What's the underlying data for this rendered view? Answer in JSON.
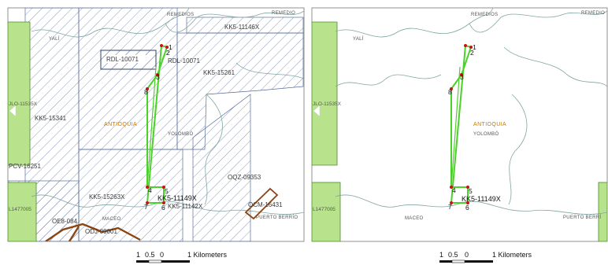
{
  "colors": {
    "hatch": "#5a6e9a",
    "green_fill": "#b8e38c",
    "boundary_green": "#4cd02a",
    "vertex_red": "#cc1111",
    "river": "#7fa6a3",
    "brown": "#8b4513",
    "orange_label": "#c87800"
  },
  "left_panel": {
    "name": "with-titles",
    "labels": {
      "remedios_top": "REMEDIOS",
      "remedios_corner": "REMEDIO",
      "yali": "YALÍ",
      "kk5_11146x": "KK5-11146X",
      "rdl_10071_box": "RDL-10071",
      "rdl_10071_right": "RDL-10071",
      "kk5_15261": "KK5-15261",
      "jlo_11535x": "JLO-11535X",
      "kk5_15341": "KK5-15341",
      "antioquia": "ANTIOQUIA",
      "yolombo": "YOLOMBÓ",
      "pcv_16251": "PCV-16251",
      "oqz_09353": "OQZ-09353",
      "kk5_15263x": "KK5-15263X",
      "kk5_11149x": "KK5-11149X",
      "kk5_11142x": "KK5-11142X",
      "l1477005": "L1477005",
      "maceo": "MACEO",
      "oe8_084": "OE8-084",
      "odj_09001": "ODJ-09001",
      "ocm_16431": "OCM-16431",
      "puerto_berrio": "PUERTO BERRÍO"
    },
    "vertices": [
      "1",
      "2",
      "3",
      "8",
      "4",
      "5",
      "7",
      "6"
    ]
  },
  "right_panel": {
    "name": "without-titles",
    "labels": {
      "remedios_top": "REMEDIOS",
      "remedios_corner": "REMEDIO",
      "yali": "YALÍ",
      "jlo_11535x": "JLO-11535X",
      "antioquia": "ANTIOQUIA",
      "yolombo": "YOLOMBÓ",
      "kk5_11149x": "KK5-11149X",
      "l1477005": "L1477005",
      "maceo": "MACEO",
      "puerto_berri": "PUERTO BERRÍ"
    },
    "vertices": [
      "1",
      "2",
      "3",
      "8",
      "4",
      "5",
      "7",
      "6"
    ]
  },
  "scale_bar": {
    "ticks": [
      "1",
      "0.5",
      "0"
    ],
    "end_label": "1 Kilometers"
  }
}
